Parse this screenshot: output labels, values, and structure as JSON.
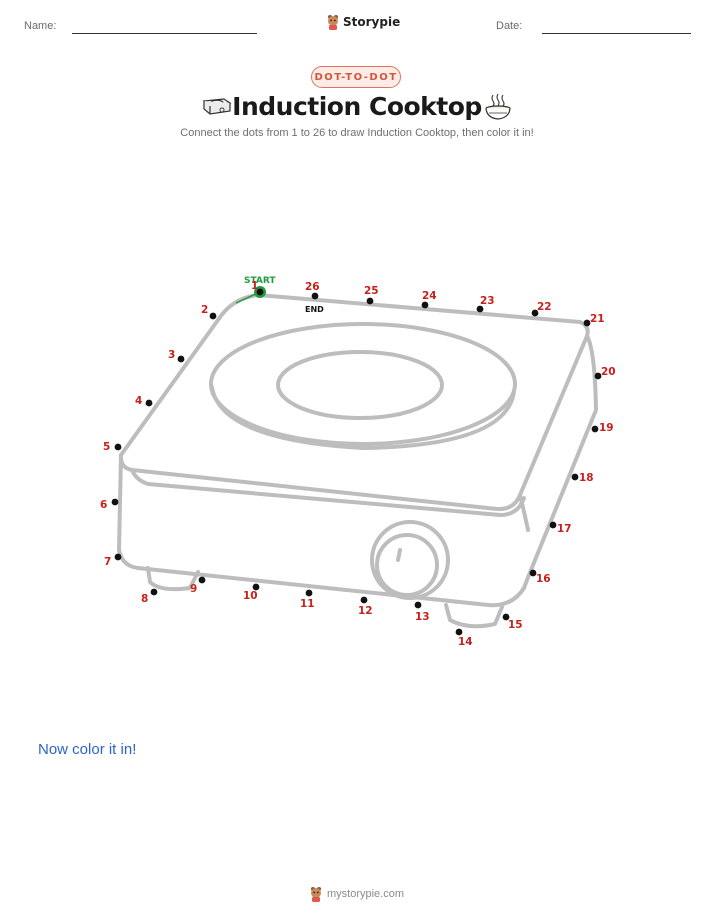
{
  "header": {
    "name_label": "Name:",
    "date_label": "Date:",
    "brand": "Storypie",
    "brand_icon": "storypie-mascot-icon"
  },
  "badge": "DOT-TO-DOT",
  "title": "Induction Cooktop",
  "title_icons": [
    "induction-cooktop-icon",
    "steaming-bowl-icon"
  ],
  "subtitle": "Connect the dots from 1 to 26 to draw Induction Cooktop, then color it in!",
  "puzzle": {
    "start_label": "START",
    "end_label": "END",
    "dot_labels": [
      "1",
      "2",
      "3",
      "4",
      "5",
      "6",
      "7",
      "8",
      "9",
      "10",
      "11",
      "12",
      "13",
      "14",
      "15",
      "16",
      "17",
      "18",
      "19",
      "20",
      "21",
      "22",
      "23",
      "24",
      "25",
      "26"
    ]
  },
  "color_prompt": "Now color it in!",
  "footer": {
    "site": "mystorypie.com"
  },
  "colors": {
    "number": "#c8201c",
    "start": "#1f9d3a",
    "dot": "#111111",
    "outline": "#bdbdbd",
    "badge": "#d0563e",
    "link": "#2a66c9"
  }
}
